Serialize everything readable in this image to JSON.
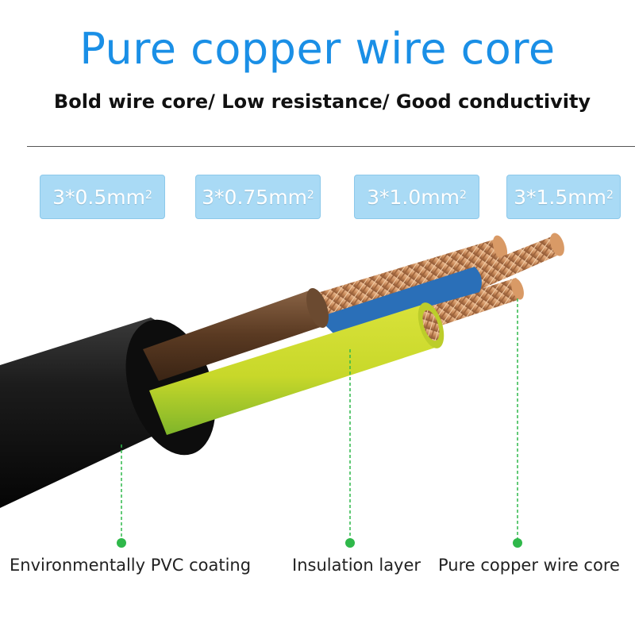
{
  "header": {
    "title": "Pure copper wire core",
    "subtitle": "Bold wire core/ Low resistance/ Good conductivity"
  },
  "specs": [
    {
      "base": "3*0.5mm",
      "sup": "2"
    },
    {
      "base": "3*0.75mm",
      "sup": "2"
    },
    {
      "base": "3*1.0mm",
      "sup": "2"
    },
    {
      "base": "3*1.5mm",
      "sup": "2"
    }
  ],
  "callouts": [
    {
      "label": "Environmentally PVC coating"
    },
    {
      "label": "Insulation layer"
    },
    {
      "label": "Pure copper wire core"
    }
  ],
  "colors": {
    "title": "#1a8fe6",
    "badge_fill": "#a9daf5",
    "callout_green": "#2fb84a",
    "sheath": "#1a1a1a",
    "brown_insulation": "#5a3a22",
    "yellow_green_insulation": "#c8d82a",
    "blue_insulation": "#2a6fb8",
    "copper": "#c98a5a"
  },
  "icons": [
    "cable-illustration"
  ]
}
